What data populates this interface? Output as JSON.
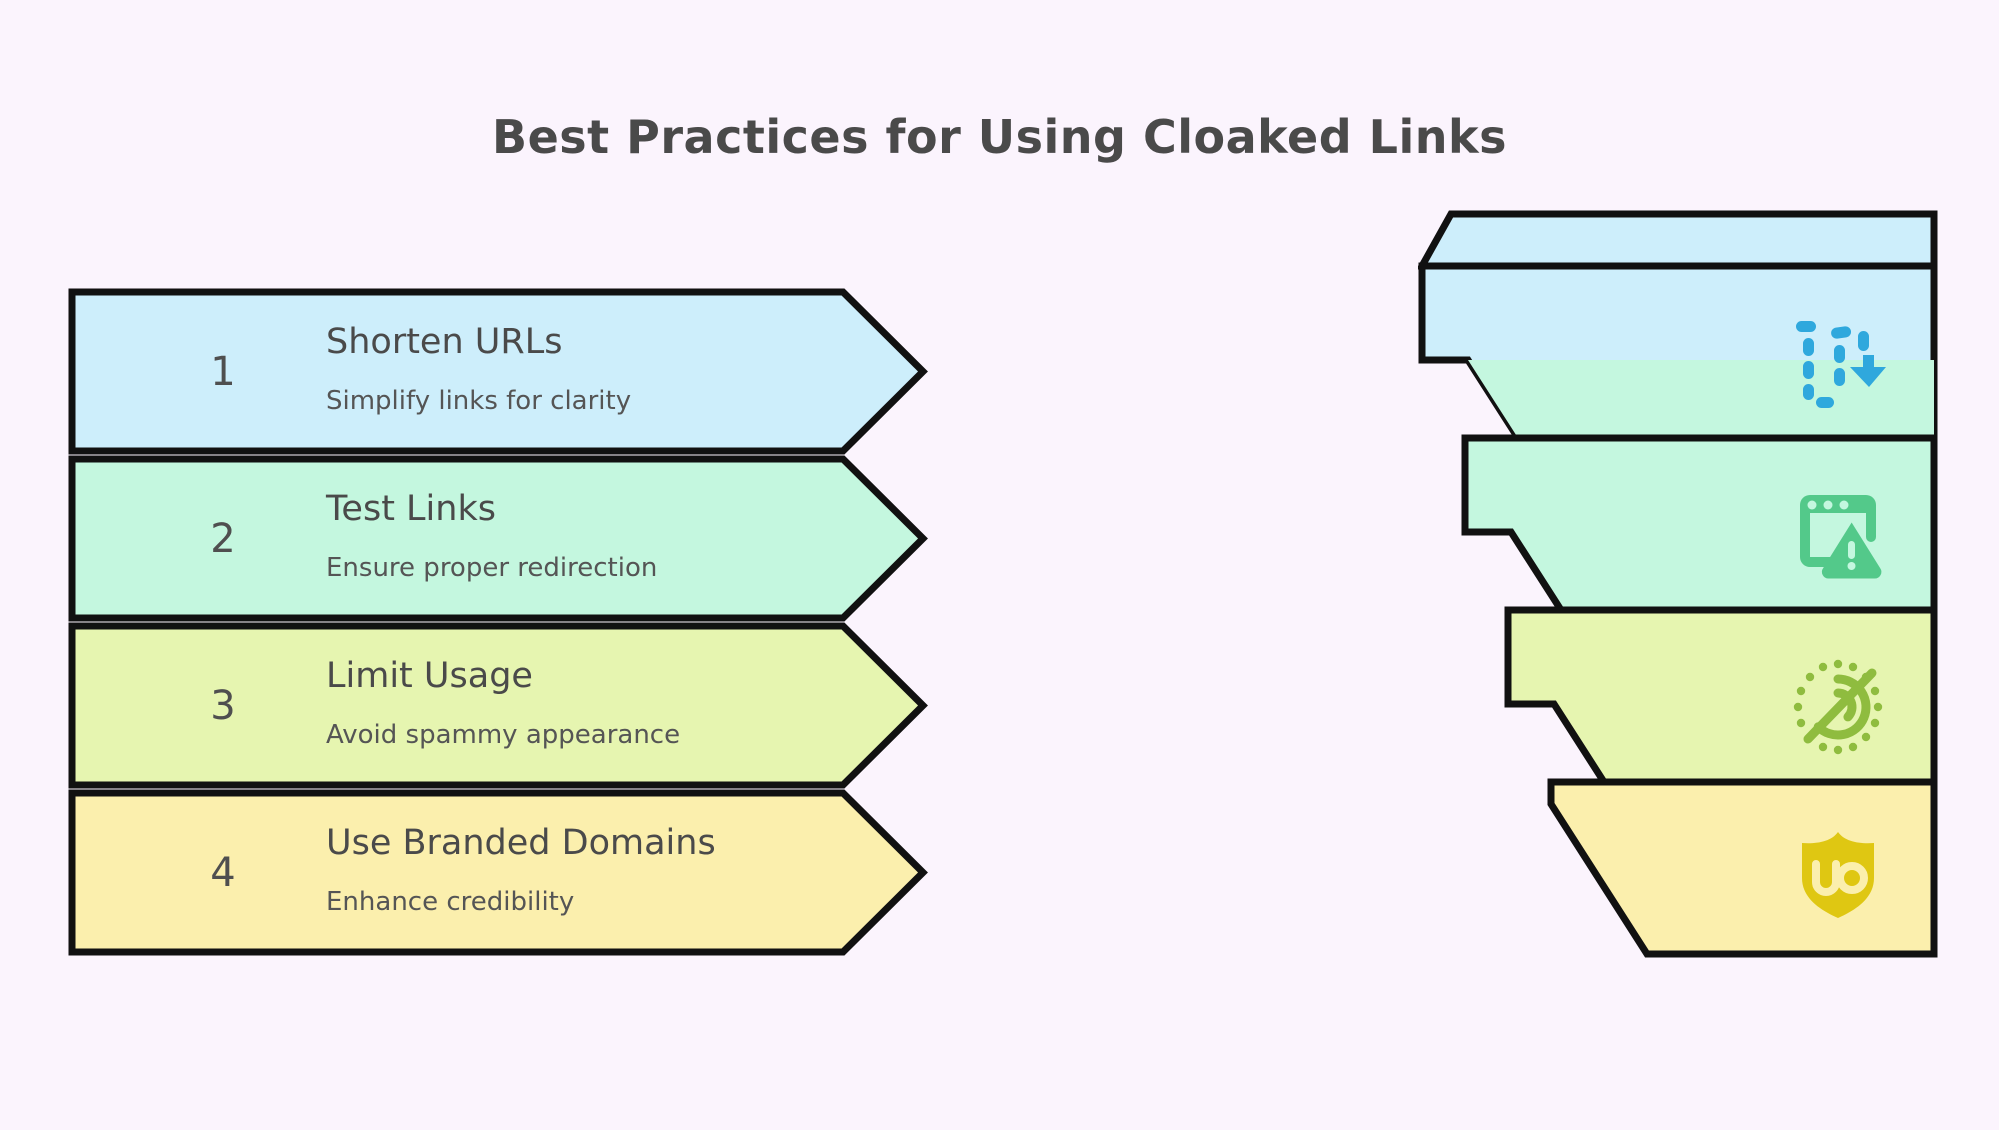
{
  "page": {
    "title": "Best Practices for Using Cloaked Links",
    "background_color": "#fbf4fd",
    "text_color": "#4a4a4a",
    "outline_color": "#111111"
  },
  "steps": [
    {
      "number": "1",
      "title": "Shorten URLs",
      "subtitle": "Simplify links for clarity",
      "fill": "#cdeefb",
      "icon_name": "compress-arrow-down-icon",
      "icon_color": "#2fa8dd"
    },
    {
      "number": "2",
      "title": "Test Links",
      "subtitle": "Ensure proper redirection",
      "fill": "#c4f7df",
      "icon_name": "browser-warning-icon",
      "icon_color": "#53c98a"
    },
    {
      "number": "3",
      "title": "Limit Usage",
      "subtitle": "Avoid spammy appearance",
      "fill": "#e6f5b0",
      "icon_name": "no-spam-crossed-icon",
      "icon_color": "#8fbc3f"
    },
    {
      "number": "4",
      "title": "Use Branded Domains",
      "subtitle": "Enhance credibility",
      "fill": "#fbefad",
      "icon_name": "shield-ublock-icon",
      "icon_color": "#dfc712"
    }
  ],
  "funnel": {
    "cap_fill": "#cdeefb",
    "bands": [
      {
        "fill": "#cdeefb",
        "icon_name": "compress-arrow-down-icon"
      },
      {
        "fill": "#c4f7df",
        "icon_name": "browser-warning-icon"
      },
      {
        "fill": "#e6f5b0",
        "icon_name": "no-spam-crossed-icon"
      },
      {
        "fill": "#fbefad",
        "icon_name": "shield-ublock-icon"
      }
    ]
  }
}
